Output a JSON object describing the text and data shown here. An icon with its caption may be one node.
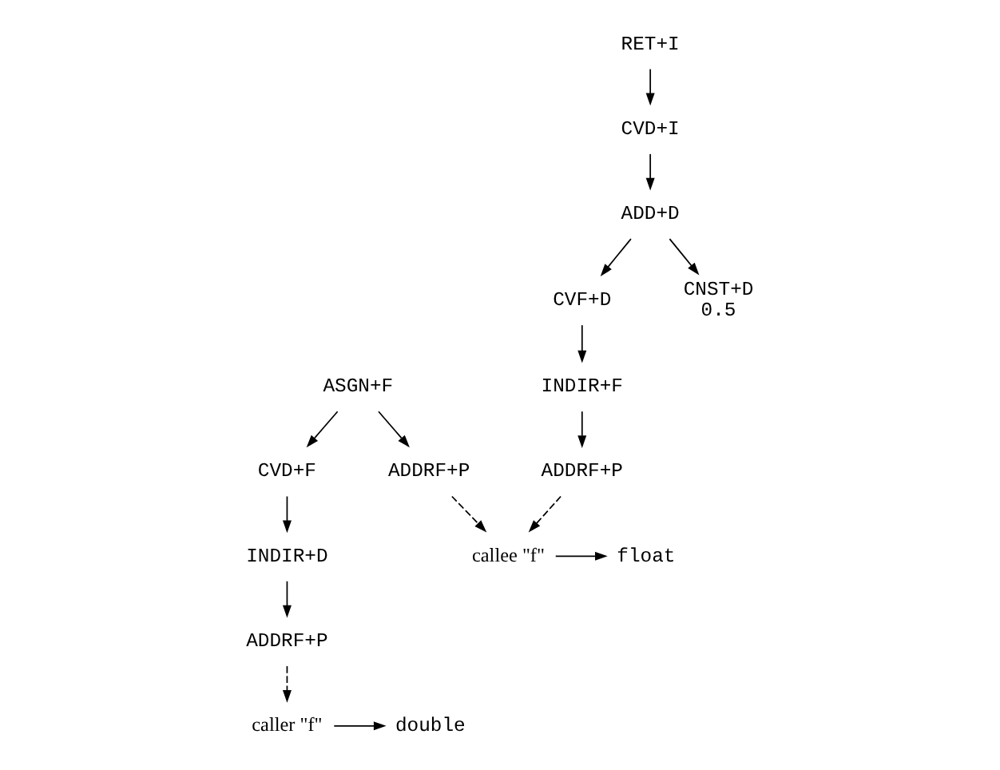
{
  "diagram": {
    "nodes": [
      {
        "text": [
          "ASGN+F"
        ]
      },
      {
        "text": [
          "ADDRF+P"
        ]
      },
      {
        "text": [
          "CVD+F"
        ]
      },
      {
        "text": [
          "INDIR+D"
        ]
      },
      {
        "text": [
          "ADDRF+P"
        ]
      },
      {
        "text": [
          "caller \"f\""
        ]
      },
      {
        "text": [
          "double"
        ]
      },
      {
        "text": [
          "callee \"f\""
        ]
      },
      {
        "text": [
          "float"
        ]
      },
      {
        "text": [
          "RET+I"
        ]
      },
      {
        "text": [
          "CVD+I"
        ]
      },
      {
        "text": [
          "ADD+D"
        ]
      },
      {
        "text": [
          "CVF+D"
        ]
      },
      {
        "text": [
          "CNST+D",
          "0.5"
        ]
      },
      {
        "text": [
          "INDIR+F"
        ]
      },
      {
        "text": [
          "ADDRF+P"
        ]
      }
    ],
    "edges": [
      {
        "from": 0,
        "to": 1,
        "arrow": "to"
      },
      {
        "from": 0,
        "to": 2,
        "arrow": "to"
      },
      {
        "from": 2,
        "to": 3,
        "arrow": "to"
      },
      {
        "from": 3,
        "to": 4,
        "arrow": "to"
      },
      {
        "from": 4,
        "to": 5,
        "arrow": "to",
        "style": "dashed"
      },
      {
        "from": 5,
        "to": 6,
        "arrow": "to"
      },
      {
        "from": 1,
        "to": 7,
        "arrow": "to",
        "style": "dashed"
      },
      {
        "from": 7,
        "to": 8,
        "arrow": "to"
      },
      {
        "from": 9,
        "to": 10,
        "arrow": "to"
      },
      {
        "from": 10,
        "to": 11,
        "arrow": "to"
      },
      {
        "from": 11,
        "to": 12,
        "arrow": "to"
      },
      {
        "from": 11,
        "to": 13,
        "arrow": "to"
      },
      {
        "from": 12,
        "to": 14,
        "arrow": "to"
      },
      {
        "from": 14,
        "to": 15,
        "arrow": "to"
      },
      {
        "from": 15,
        "to": 7,
        "arrow": "to",
        "style": "dashed"
      }
    ]
  }
}
